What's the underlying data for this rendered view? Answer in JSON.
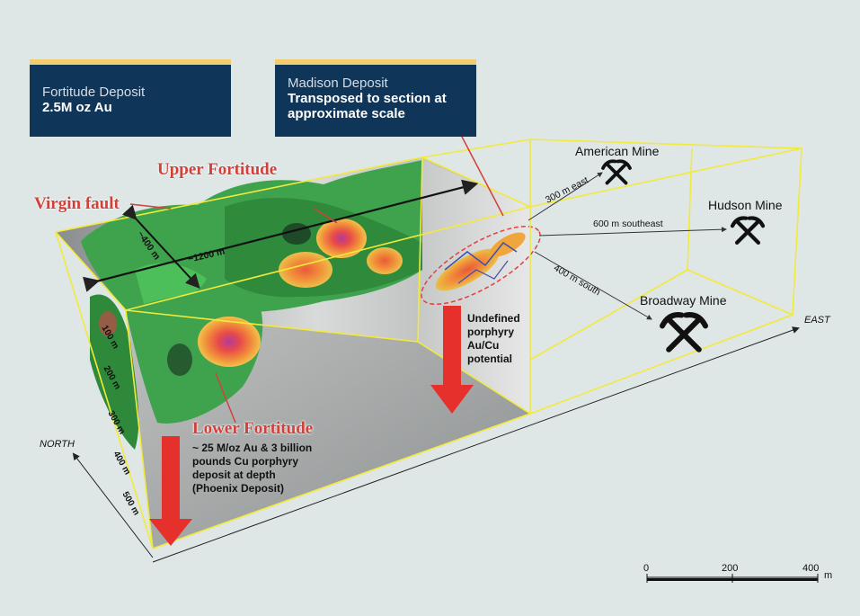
{
  "cards": {
    "fortitude": {
      "title": "Fortitude Deposit",
      "value": "2.5M oz Au"
    },
    "madison": {
      "title": "Madison Deposit",
      "value": "Transposed to section at approximate scale"
    }
  },
  "labels": {
    "upper_fortitude": "Upper Fortitude",
    "virgin_fault": "Virgin fault",
    "lower_fortitude": "Lower Fortitude",
    "lower_note": "~ 25 M/oz Au & 3 billion pounds Cu porphyry deposit at depth (Phoenix Deposit)",
    "madison_note": "Undefined porphyry Au/Cu potential",
    "dim_400": "~400 m",
    "dim_1200": "~1200 m"
  },
  "mines": {
    "american": "American Mine",
    "hudson": "Hudson Mine",
    "broadway": "Broadway Mine"
  },
  "distances": {
    "east": "300 m east",
    "southeast": "600 m southeast",
    "south": "400 m south"
  },
  "axes": {
    "north": "NORTH",
    "east": "EAST"
  },
  "depth_ticks": [
    "100 m",
    "200 m",
    "300 m",
    "400 m",
    "500 m"
  ],
  "scale_bar": {
    "ticks": [
      "0",
      "200",
      "400"
    ],
    "unit": "m"
  },
  "colors": {
    "card_bg": "#0f3558",
    "card_accent": "#f3cd6d",
    "box_edge": "#f2ea3a",
    "label_red": "#d2403a",
    "arrow_red": "#e6302c"
  }
}
